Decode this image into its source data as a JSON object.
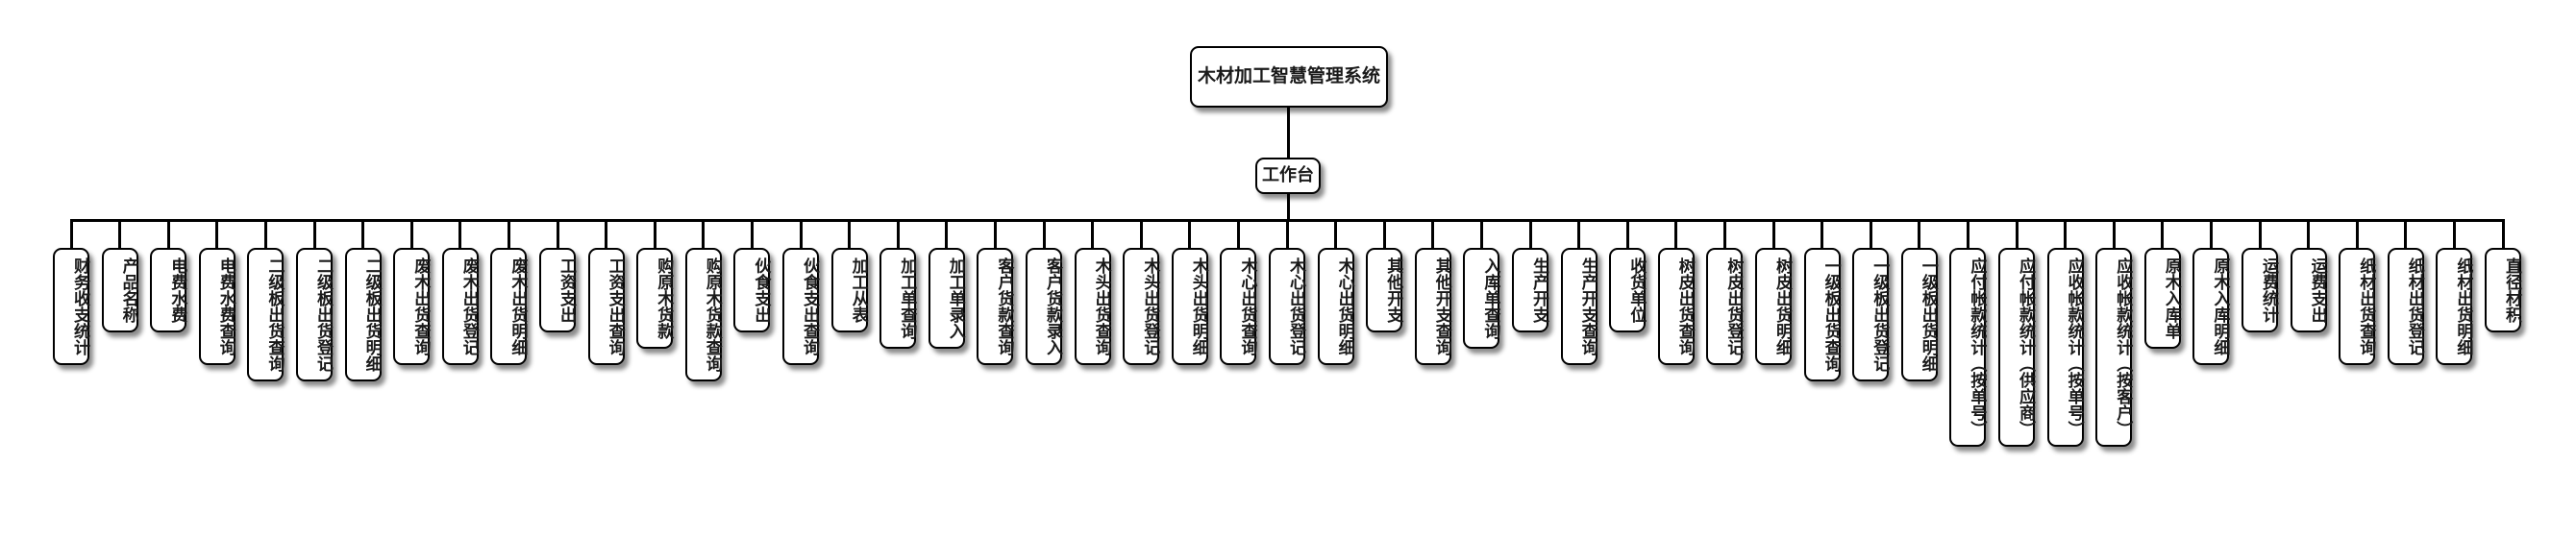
{
  "diagram": {
    "type": "org-tree",
    "root": {
      "label": "木材加工智慧管理系统"
    },
    "hub": {
      "label": "工作台"
    },
    "leaves": [
      "财务收支统计",
      "产品名称",
      "电费水费",
      "电费水费查询",
      "二级板出货查询",
      "二级板出货登记",
      "二级板出货明细",
      "废木出货查询",
      "废木出货登记",
      "废木出货明细",
      "工资支出",
      "工资支出查询",
      "购原木货款",
      "购原木货款查询",
      "伙食支出",
      "伙食支出查询",
      "加工从表",
      "加工单查询",
      "加工单录入",
      "客户货款查询",
      "客户货款录入",
      "木头出货查询",
      "木头出货登记",
      "木头出货明细",
      "木心出货查询",
      "木心出货登记",
      "木心出货明细",
      "其他开支",
      "其他开支查询",
      "入库单查询",
      "生产开支",
      "生产开支查询",
      "收货单位",
      "树皮出货查询",
      "树皮出货登记",
      "树皮出货明细",
      "一级板出货查询",
      "一级板出货登记",
      "一级板出货明细",
      "应付帐款统计（按单号）",
      "应付帐款统计（供应商）",
      "应收帐款统计（按单号）",
      "应收帐款统计（按客户）",
      "原木入库单",
      "原木入库明细",
      "运费统计",
      "运费支出",
      "纸材出货查询",
      "纸材出货登记",
      "纸材出货明细",
      "直径材积"
    ],
    "colors": {
      "line": "#000000",
      "node_fill": "#ffffff",
      "text": "#1a1a1a"
    }
  }
}
